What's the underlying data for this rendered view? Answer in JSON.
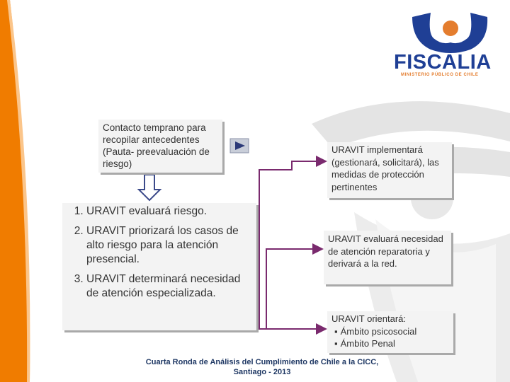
{
  "slide": {
    "contact_box": "Contacto temprano para recopilar antecedentes (Pauta- preevaluación de riesgo)",
    "actions": [
      "URAVIT evaluará riesgo.",
      "URAVIT priorizará los casos de alto riesgo para la atención presencial.",
      "URAVIT determinará necesidad de atención especializada."
    ],
    "outcome_implement": "URAVIT implementará (gestionará, solicitará), las medidas de protección pertinentes",
    "outcome_evaluate": "URAVIT evaluará necesidad de atención reparatoria y derivará a la red.",
    "outcome_orient": {
      "title": "URAVIT orientará:",
      "items": [
        "Ámbito psicosocial",
        "Ámbito Penal"
      ]
    },
    "footer_line1": "Cuarta Ronda de Análisis del Cumplimiento de Chile a la CICC,",
    "footer_line2": "Santiago - 2013"
  },
  "logo": {
    "name": "FISCALIA",
    "subtitle": "MINISTERIO PÚBLICO DE CHILE",
    "colors": {
      "blue": "#1f3f95",
      "orange": "#e47d2e"
    }
  },
  "decoration": {
    "left_swoosh_color": "#f07c00",
    "background_emblem_color": "#e3e3e3"
  }
}
